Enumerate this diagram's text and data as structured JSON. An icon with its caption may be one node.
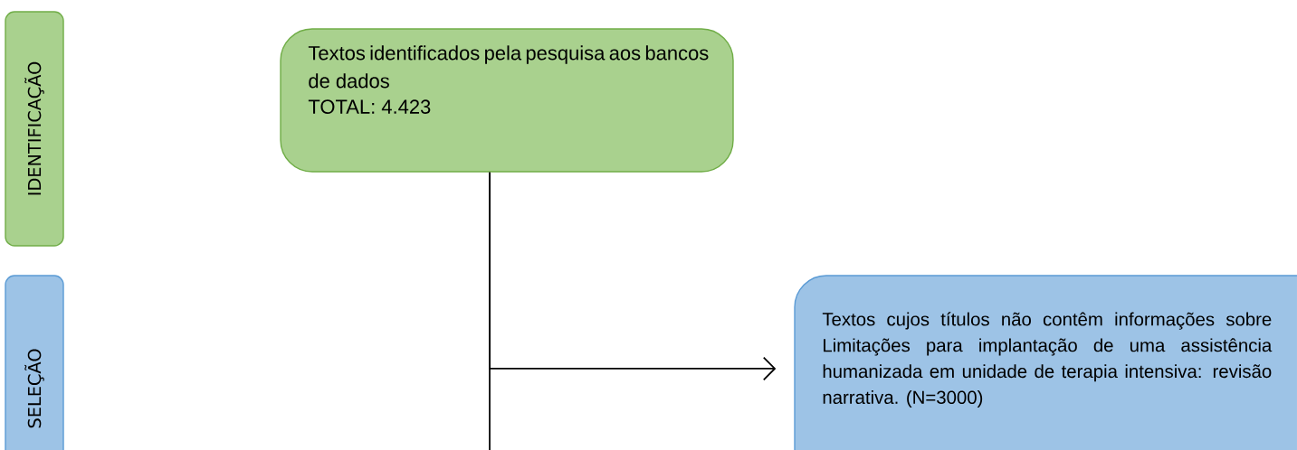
{
  "diagram": {
    "nodes": [
      {
        "text": [
          "IDENTIFICAÇÃO"
        ]
      },
      {
        "text": [
          "SELEÇÃO"
        ]
      },
      {
        "text": [
          "Textos identificados pela pesquisa aos bancos de dados",
          "TOTAL: 4.423"
        ]
      },
      {
        "text": [
          "Textos cujos títulos não contêm informações sobre Limitações para implantação de uma assistência humanizada em unidade de terapia intensiva: revisão narrativa.  (N=3000)"
        ]
      }
    ],
    "edges": [
      {
        "from": 2,
        "to": 3,
        "arrow": "to"
      },
      {
        "from": 2,
        "to": null,
        "arrow": "none"
      }
    ]
  }
}
